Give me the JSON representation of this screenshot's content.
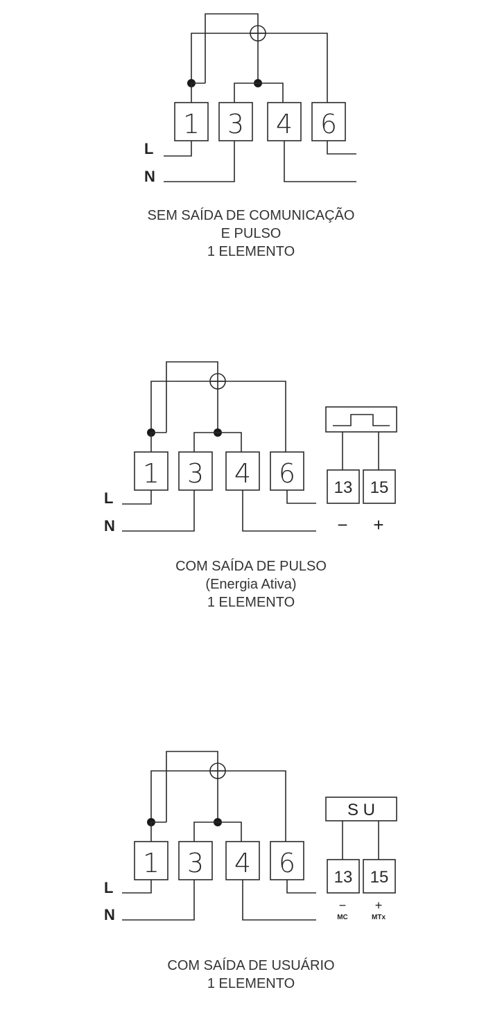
{
  "diagram1": {
    "terminals": [
      "1",
      "3",
      "4",
      "6"
    ],
    "line_label": "L",
    "neutral_label": "N",
    "caption": [
      "SEM SAÍDA DE COMUNICAÇÃO",
      "E PULSO",
      "1 ELEMENTO"
    ]
  },
  "diagram2": {
    "terminals": [
      "1",
      "3",
      "4",
      "6"
    ],
    "line_label": "L",
    "neutral_label": "N",
    "output_terminals": [
      "13",
      "15"
    ],
    "polarity": [
      "−",
      "+"
    ],
    "caption": [
      "COM SAÍDA DE PULSO",
      "(Energia Ativa)",
      "1 ELEMENTO"
    ]
  },
  "diagram3": {
    "terminals": [
      "1",
      "3",
      "4",
      "6"
    ],
    "line_label": "L",
    "neutral_label": "N",
    "output_terminals": [
      "13",
      "15"
    ],
    "su_label": "S U",
    "polarity": [
      "−",
      "+"
    ],
    "polarity_sub": [
      "MC",
      "MTx"
    ],
    "caption": [
      "COM SAÍDA DE USUÁRIO",
      "1 ELEMENTO"
    ]
  }
}
